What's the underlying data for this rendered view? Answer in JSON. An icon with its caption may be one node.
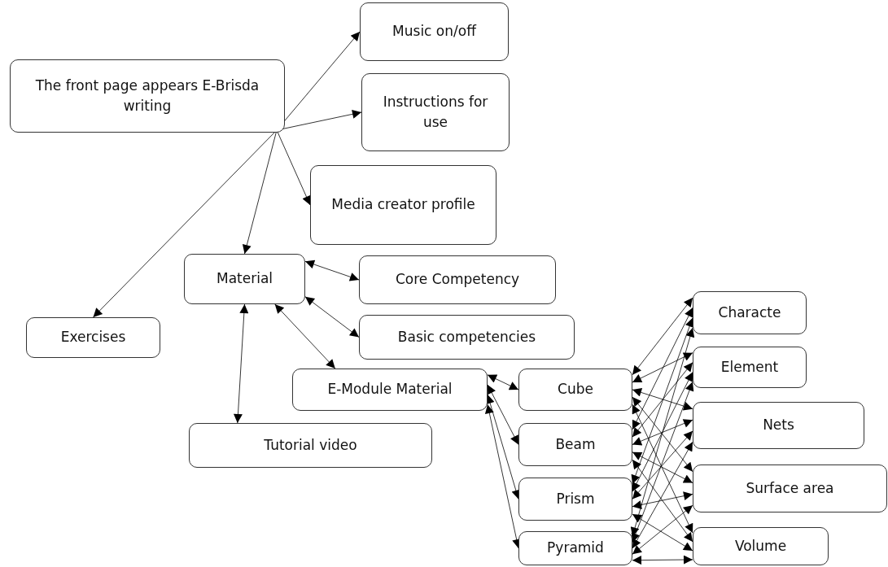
{
  "diagram": {
    "nodes": [
      {
        "text": [
          "The front page appears E-Brisda writing"
        ]
      },
      {
        "text": [
          "Music on/off"
        ]
      },
      {
        "text": [
          "Instructions for use"
        ]
      },
      {
        "text": [
          "Media creator profile"
        ]
      },
      {
        "text": [
          "Material"
        ]
      },
      {
        "text": [
          "Core Competency"
        ]
      },
      {
        "text": [
          "Exercises"
        ]
      },
      {
        "text": [
          "Basic competencies"
        ]
      },
      {
        "text": [
          "E-Module Material"
        ]
      },
      {
        "text": [
          "Cube"
        ]
      },
      {
        "text": [
          "Tutorial video"
        ]
      },
      {
        "text": [
          "Beam"
        ]
      },
      {
        "text": [
          "Prism"
        ]
      },
      {
        "text": [
          "Pyramid"
        ]
      },
      {
        "text": [
          "Characte"
        ]
      },
      {
        "text": [
          "Element"
        ]
      },
      {
        "text": [
          "Nets"
        ]
      },
      {
        "text": [
          "Surface area"
        ]
      },
      {
        "text": [
          "Volume"
        ]
      }
    ],
    "edges": [
      {
        "from": 0,
        "to": 1,
        "arrow": "to"
      },
      {
        "from": 0,
        "to": 2,
        "arrow": "to"
      },
      {
        "from": 0,
        "to": 3,
        "arrow": "to"
      },
      {
        "from": 0,
        "to": 4,
        "arrow": "to"
      },
      {
        "from": 0,
        "to": 6,
        "arrow": "to"
      },
      {
        "from": 4,
        "to": 5,
        "arrow": "both"
      },
      {
        "from": 4,
        "to": 7,
        "arrow": "both"
      },
      {
        "from": 4,
        "to": 8,
        "arrow": "both"
      },
      {
        "from": 4,
        "to": 10,
        "arrow": "both"
      },
      {
        "from": 8,
        "to": 9,
        "arrow": "both"
      },
      {
        "from": 8,
        "to": 11,
        "arrow": "both"
      },
      {
        "from": 8,
        "to": 12,
        "arrow": "both"
      },
      {
        "from": 8,
        "to": 13,
        "arrow": "both"
      },
      {
        "from": 9,
        "to": 14,
        "arrow": "both"
      },
      {
        "from": 9,
        "to": 15,
        "arrow": "both"
      },
      {
        "from": 9,
        "to": 16,
        "arrow": "both"
      },
      {
        "from": 9,
        "to": 17,
        "arrow": "both"
      },
      {
        "from": 9,
        "to": 18,
        "arrow": "both"
      },
      {
        "from": 11,
        "to": 14,
        "arrow": "both"
      },
      {
        "from": 11,
        "to": 15,
        "arrow": "both"
      },
      {
        "from": 11,
        "to": 16,
        "arrow": "both"
      },
      {
        "from": 11,
        "to": 17,
        "arrow": "both"
      },
      {
        "from": 11,
        "to": 18,
        "arrow": "both"
      },
      {
        "from": 12,
        "to": 14,
        "arrow": "both"
      },
      {
        "from": 12,
        "to": 15,
        "arrow": "both"
      },
      {
        "from": 12,
        "to": 16,
        "arrow": "both"
      },
      {
        "from": 12,
        "to": 17,
        "arrow": "both"
      },
      {
        "from": 12,
        "to": 18,
        "arrow": "both"
      },
      {
        "from": 13,
        "to": 14,
        "arrow": "both"
      },
      {
        "from": 13,
        "to": 15,
        "arrow": "both"
      },
      {
        "from": 13,
        "to": 16,
        "arrow": "both"
      },
      {
        "from": 13,
        "to": 17,
        "arrow": "both"
      },
      {
        "from": 13,
        "to": 18,
        "arrow": "both"
      }
    ]
  }
}
